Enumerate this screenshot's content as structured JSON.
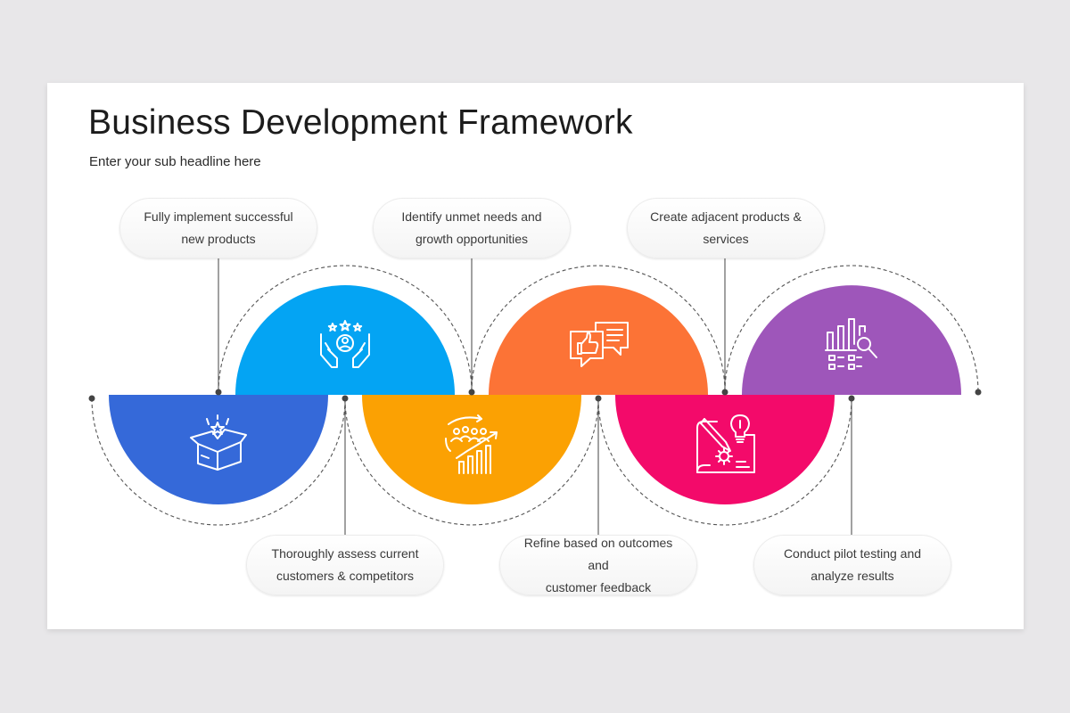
{
  "title": "Business Development Framework",
  "subtitle": "Enter your sub headline here",
  "colors": {
    "background": "#e8e7e9",
    "slide": "#ffffff",
    "blue_dark": "#3569d9",
    "blue_light": "#04a4f3",
    "yellow": "#fba103",
    "orange": "#fc7336",
    "pink": "#f30a6a",
    "purple": "#9e56ba"
  },
  "steps": [
    {
      "label_lines": [
        "Fully implement successful",
        "new products"
      ],
      "icon": "open-box-stars-icon",
      "color": "#3569d9"
    },
    {
      "label_lines": [
        "Thoroughly assess current",
        "customers & competitors"
      ],
      "icon": "hands-user-stars-icon",
      "color": "#04a4f3"
    },
    {
      "label_lines": [
        "Identify unmet needs and",
        "growth opportunities"
      ],
      "icon": "team-growth-chart-icon",
      "color": "#fba103"
    },
    {
      "label_lines": [
        "Refine based on outcomes and",
        "customer feedback"
      ],
      "icon": "feedback-chat-thumbs-up-icon",
      "color": "#fc7336"
    },
    {
      "label_lines": [
        "Create adjacent products &",
        "services"
      ],
      "icon": "idea-blueprint-gear-icon",
      "color": "#f30a6a"
    },
    {
      "label_lines": [
        "Conduct pilot testing and",
        "analyze results"
      ],
      "icon": "chart-analysis-magnifier-icon",
      "color": "#9e56ba"
    }
  ]
}
